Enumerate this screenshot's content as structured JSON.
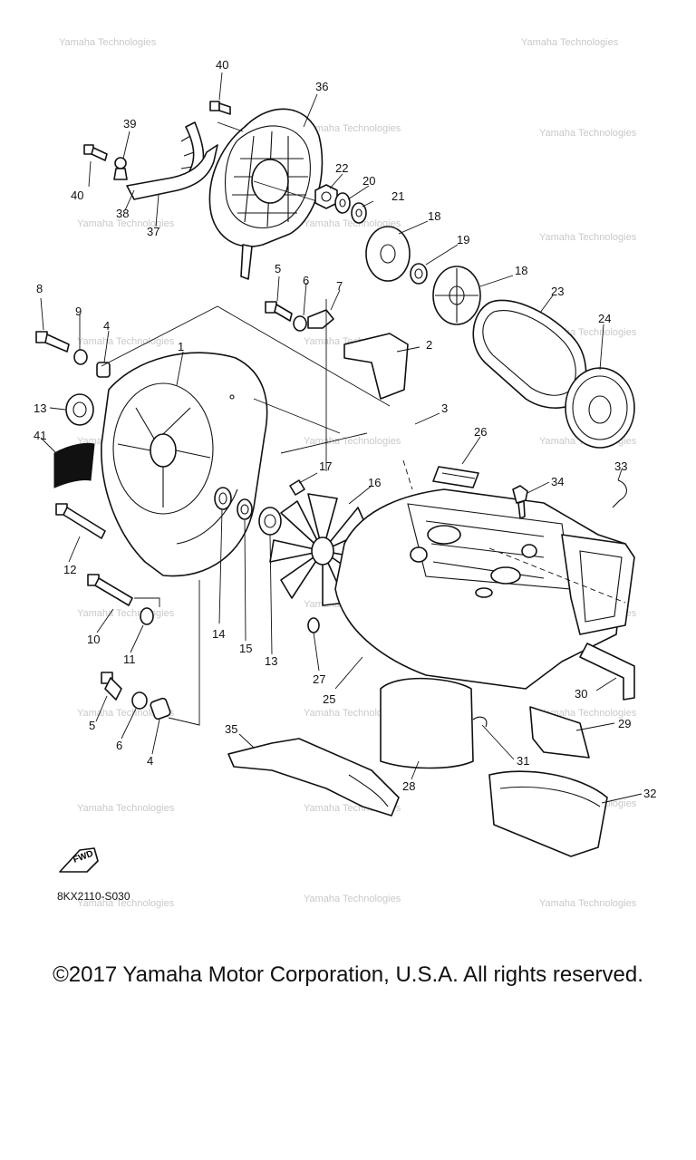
{
  "diagram": {
    "code": "8KX2110-S030",
    "fwd_label": "FWD",
    "watermark": "Yamaha Technologies",
    "callouts": [
      "1",
      "2",
      "3",
      "4",
      "5",
      "6",
      "7",
      "8",
      "9",
      "10",
      "11",
      "12",
      "13",
      "14",
      "15",
      "16",
      "17",
      "18",
      "19",
      "20",
      "21",
      "22",
      "23",
      "24",
      "25",
      "26",
      "27",
      "28",
      "29",
      "30",
      "31",
      "32",
      "33",
      "34",
      "35",
      "36",
      "37",
      "38",
      "39",
      "40",
      "41"
    ]
  },
  "footer": {
    "copyright": "©2017 Yamaha Motor Corporation, U.S.A. All rights reserved."
  }
}
